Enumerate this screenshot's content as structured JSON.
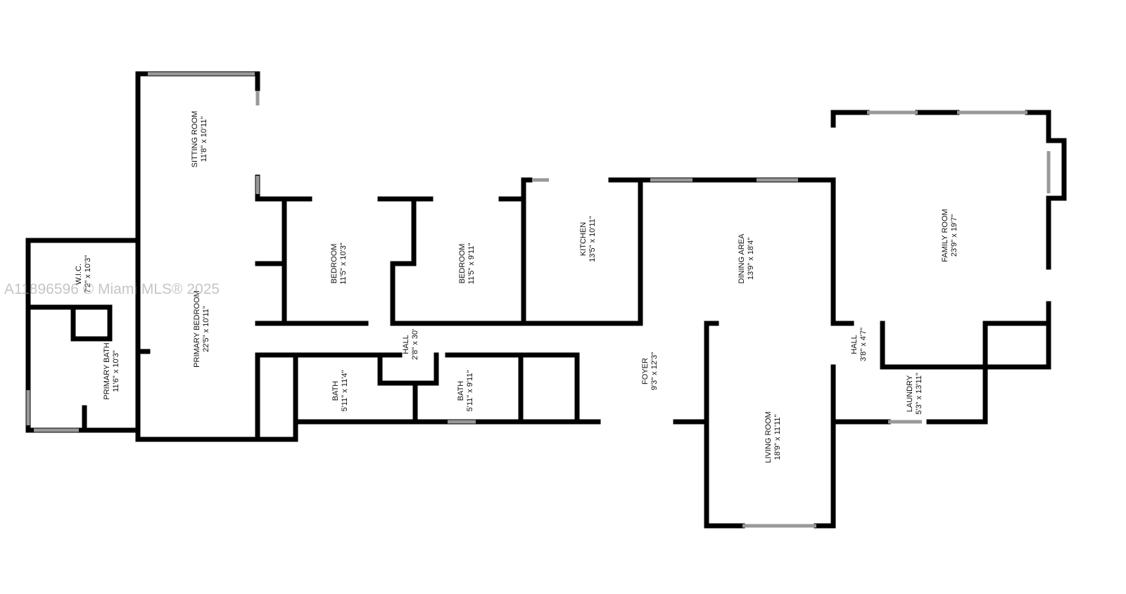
{
  "watermark": "A11896596 © Miami MLS® 2025",
  "rooms": [
    {
      "id": "sitting-room",
      "name": "SITTING ROOM",
      "dims": "11'8\" x 10'11\""
    },
    {
      "id": "wic",
      "name": "W.I.C.",
      "dims": "7'2\" x 10'3\""
    },
    {
      "id": "primary-bath",
      "name": "PRIMARY BATH",
      "dims": "11'6\" x 10'3\""
    },
    {
      "id": "primary-bedroom",
      "name": "PRIMARY BEDROOM",
      "dims": "22'5\" x 10'11\""
    },
    {
      "id": "bedroom-1",
      "name": "BEDROOM",
      "dims": "11'5\" x 10'3\""
    },
    {
      "id": "bedroom-2",
      "name": "BEDROOM",
      "dims": "11'5\" x 9'11\""
    },
    {
      "id": "kitchen",
      "name": "KITCHEN",
      "dims": "13'5\" x 10'11\""
    },
    {
      "id": "dining-area",
      "name": "DINING AREA",
      "dims": "13'9\" x 18'4\""
    },
    {
      "id": "family-room",
      "name": "FAMILY ROOM",
      "dims": "23'9\" x 19'7\""
    },
    {
      "id": "hall-1",
      "name": "HALL",
      "dims": "2'8\" x 30'"
    },
    {
      "id": "bath-1",
      "name": "BATH",
      "dims": "5'11\" x 11'4\""
    },
    {
      "id": "bath-2",
      "name": "BATH",
      "dims": "5'11\" x 9'11\""
    },
    {
      "id": "foyer",
      "name": "FOYER",
      "dims": "9'3\" x 12'3\""
    },
    {
      "id": "living-room",
      "name": "LIVING ROOM",
      "dims": "18'9\" x 11'11\""
    },
    {
      "id": "hall-2",
      "name": "HALL",
      "dims": "3'8\" x 4'7\""
    },
    {
      "id": "laundry",
      "name": "LAUNDRY",
      "dims": "5'3\" x 13'11\""
    }
  ]
}
